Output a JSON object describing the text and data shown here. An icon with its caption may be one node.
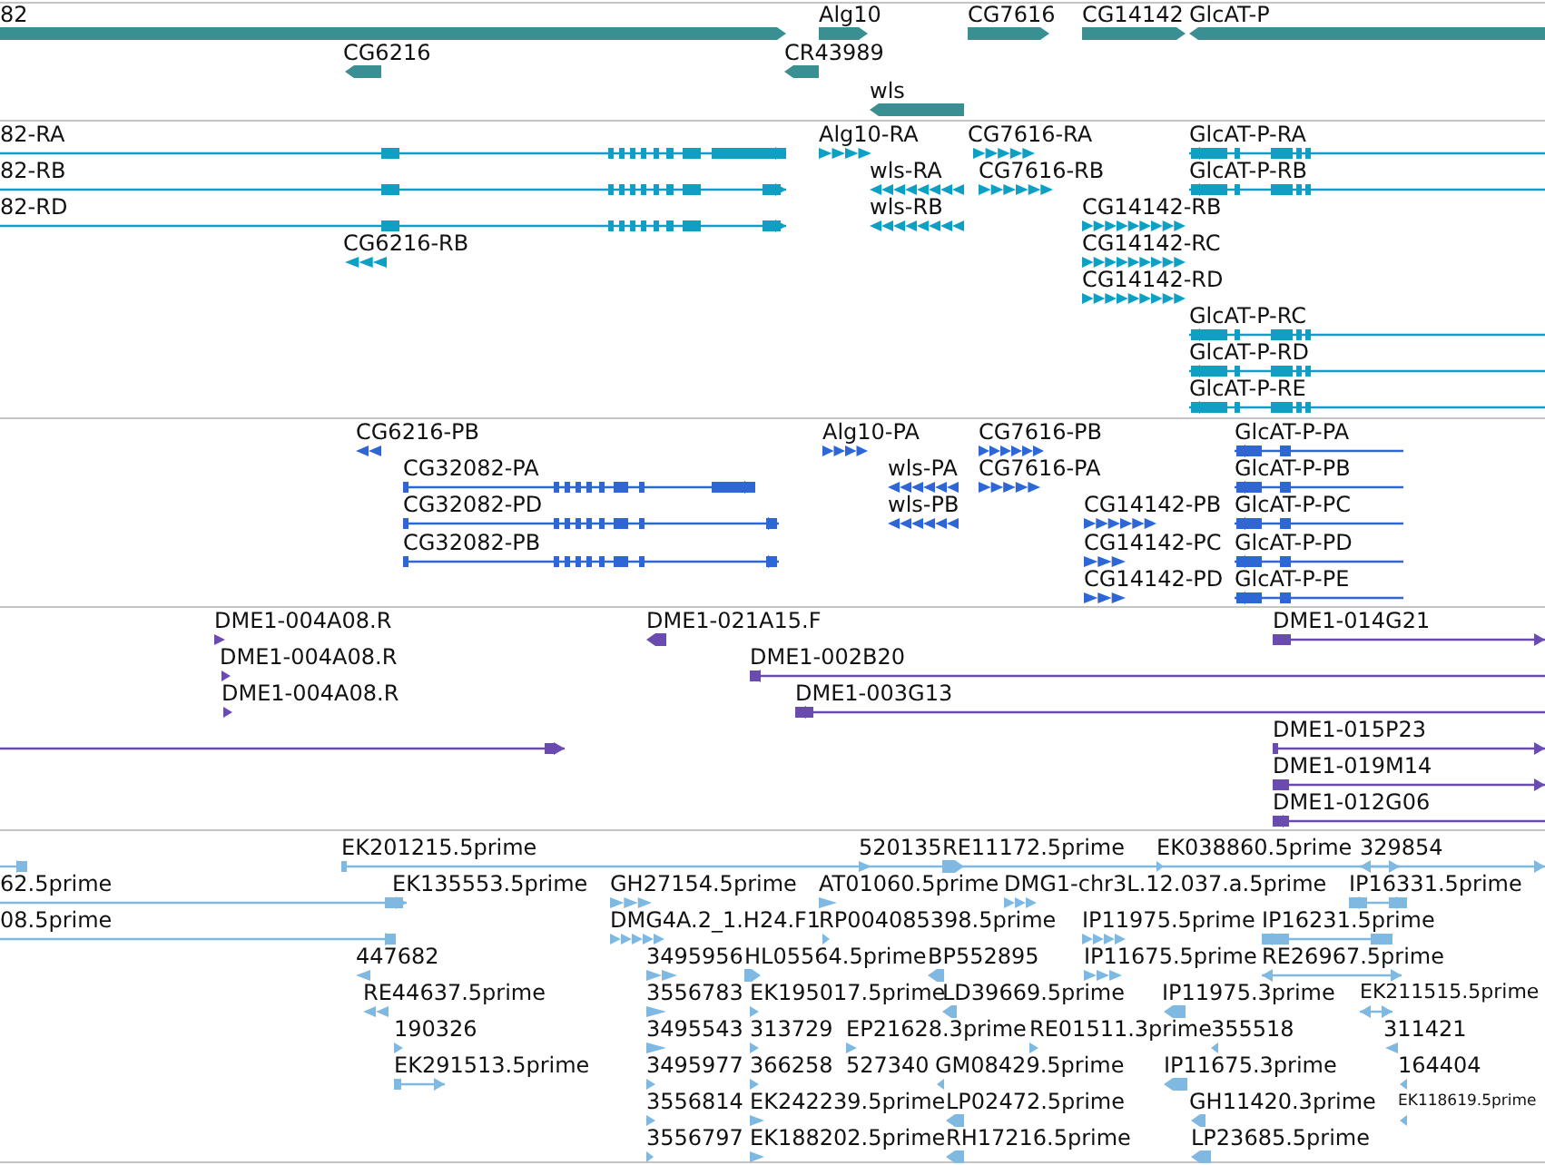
{
  "diagram": {
    "labels": [
      "82",
      "Alg10",
      "CG7616",
      "CG14142",
      "GlcAT-P",
      "CG6216",
      "CR43989",
      "wls",
      "82-RA",
      "Alg10-RA",
      "CG7616-RA",
      "GlcAT-P-RA",
      "82-RB",
      "wls-RA",
      "CG7616-RB",
      "GlcAT-P-RB",
      "82-RD",
      "wls-RB",
      "CG14142-RB",
      "CG6216-RB",
      "CG14142-RC",
      "CG14142-RD",
      "GlcAT-P-RC",
      "GlcAT-P-RD",
      "GlcAT-P-RE",
      "CG6216-PB",
      "Alg10-PA",
      "CG7616-PB",
      "GlcAT-P-PA",
      "CG32082-PA",
      "wls-PA",
      "CG7616-PA",
      "GlcAT-P-PB",
      "CG32082-PD",
      "wls-PB",
      "CG14142-PB",
      "GlcAT-P-PC",
      "CG32082-PB",
      "CG14142-PC",
      "GlcAT-P-PD",
      "CG14142-PD",
      "GlcAT-P-PE",
      "DME1-004A08.R",
      "DME1-021A15.F",
      "DME1-014G21",
      "DME1-004A08.R",
      "DME1-002B20",
      "DME1-004A08.R",
      "DME1-003G13",
      "DME1-015P23",
      "DME1-019M14",
      "DME1-012G06",
      "EK201215.5prime",
      "520135",
      "RE11172.5prime",
      "EK038860.5prime",
      "329854",
      "62.5prime",
      "EK135553.5prime",
      "GH27154.5prime",
      "AT01060.5prime",
      "DMG1-chr3L.12.037.a.5prime",
      "IP16331.5prime",
      "08.5prime",
      "DMG4A.2_1.H24.F1",
      "RP004085398.5prime",
      "IP11975.5prime",
      "IP16231.5prime",
      "447682",
      "3495956",
      "HL05564.5prime",
      "BP552895",
      "IP11675.5prime",
      "RE26967.5prime",
      "RE44637.5prime",
      "3556783",
      "EK195017.5prime",
      "LD39669.5prime",
      "IP11975.3prime",
      "EK211515.5prime",
      "190326",
      "3495543",
      "313729",
      "EP21628.3prime",
      "RE01511.3prime",
      "355518",
      "311421",
      "EK291513.5prime",
      "3495977",
      "366258",
      "527340",
      "GM08429.5prime",
      "IP11675.3prime",
      "164404",
      "3556814",
      "EK242239.5prime",
      "LP02472.5prime",
      "GH11420.3prime",
      "EK118619.5prime",
      "3556797",
      "EK188202.5prime",
      "RH17216.5prime",
      "LP23685.5prime"
    ]
  }
}
